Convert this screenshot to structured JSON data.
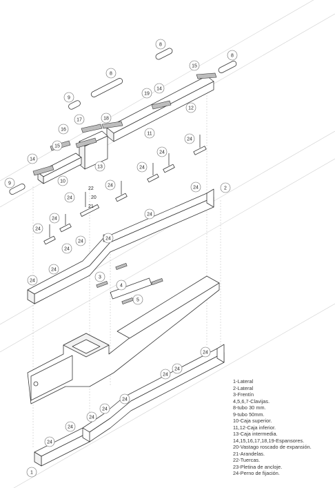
{
  "callouts": [
    {
      "id": "c8a",
      "label": "8"
    },
    {
      "id": "c8b",
      "label": "8"
    },
    {
      "id": "c8c",
      "label": "8"
    },
    {
      "id": "c15a",
      "label": "15"
    },
    {
      "id": "c14a",
      "label": "14"
    },
    {
      "id": "c19",
      "label": "19"
    },
    {
      "id": "c9a",
      "label": "9"
    },
    {
      "id": "c12",
      "label": "12"
    },
    {
      "id": "c18",
      "label": "18"
    },
    {
      "id": "c17",
      "label": "17"
    },
    {
      "id": "c16",
      "label": "16"
    },
    {
      "id": "c11",
      "label": "11"
    },
    {
      "id": "c15b",
      "label": "15"
    },
    {
      "id": "c14b",
      "label": "14"
    },
    {
      "id": "c13",
      "label": "13"
    },
    {
      "id": "c10",
      "label": "10"
    },
    {
      "id": "c9b",
      "label": "9"
    },
    {
      "id": "c2",
      "label": "2"
    },
    {
      "id": "c3",
      "label": "3"
    },
    {
      "id": "c4",
      "label": "4"
    },
    {
      "id": "c5",
      "label": "5"
    },
    {
      "id": "c1",
      "label": "1"
    },
    {
      "id": "c24a",
      "label": "24"
    },
    {
      "id": "c24b",
      "label": "24"
    },
    {
      "id": "c24c",
      "label": "24"
    },
    {
      "id": "c24d",
      "label": "24"
    },
    {
      "id": "c24e",
      "label": "24"
    },
    {
      "id": "c24f",
      "label": "24"
    },
    {
      "id": "c24g",
      "label": "24"
    },
    {
      "id": "c24h",
      "label": "24"
    },
    {
      "id": "c24i",
      "label": "24"
    },
    {
      "id": "c24j",
      "label": "24"
    },
    {
      "id": "c24k",
      "label": "24"
    },
    {
      "id": "c24l",
      "label": "24"
    },
    {
      "id": "c24m",
      "label": "24"
    },
    {
      "id": "c24n",
      "label": "24"
    },
    {
      "id": "c24o",
      "label": "24"
    },
    {
      "id": "c24p",
      "label": "24"
    },
    {
      "id": "c24q",
      "label": "24"
    },
    {
      "id": "c24r",
      "label": "24"
    },
    {
      "id": "c24s",
      "label": "24"
    },
    {
      "id": "c24t",
      "label": "24"
    },
    {
      "id": "c24u",
      "label": "24"
    },
    {
      "id": "c24v",
      "label": "24"
    }
  ],
  "plain_labels": [
    {
      "id": "t22",
      "label": "22"
    },
    {
      "id": "t20",
      "label": "20"
    },
    {
      "id": "t21",
      "label": "21"
    }
  ],
  "legend": [
    "1-Lateral",
    "2-Lateral",
    "3-Frentín",
    "4,5,6,7-Clavijas.",
    "8-tubo 30 mm.",
    "9-tubo 50mm.",
    "10-Caja superior.",
    "11,12-Caja inferior.",
    "13-Caja intermedia.",
    "14,15,16,17,18,19-Espansores.",
    "20-Vastago roscado de expansión.",
    "21-Arandelas.",
    "22-Tuercas.",
    "23-Pletina de ancloje.",
    "24-Perno de fijación."
  ]
}
